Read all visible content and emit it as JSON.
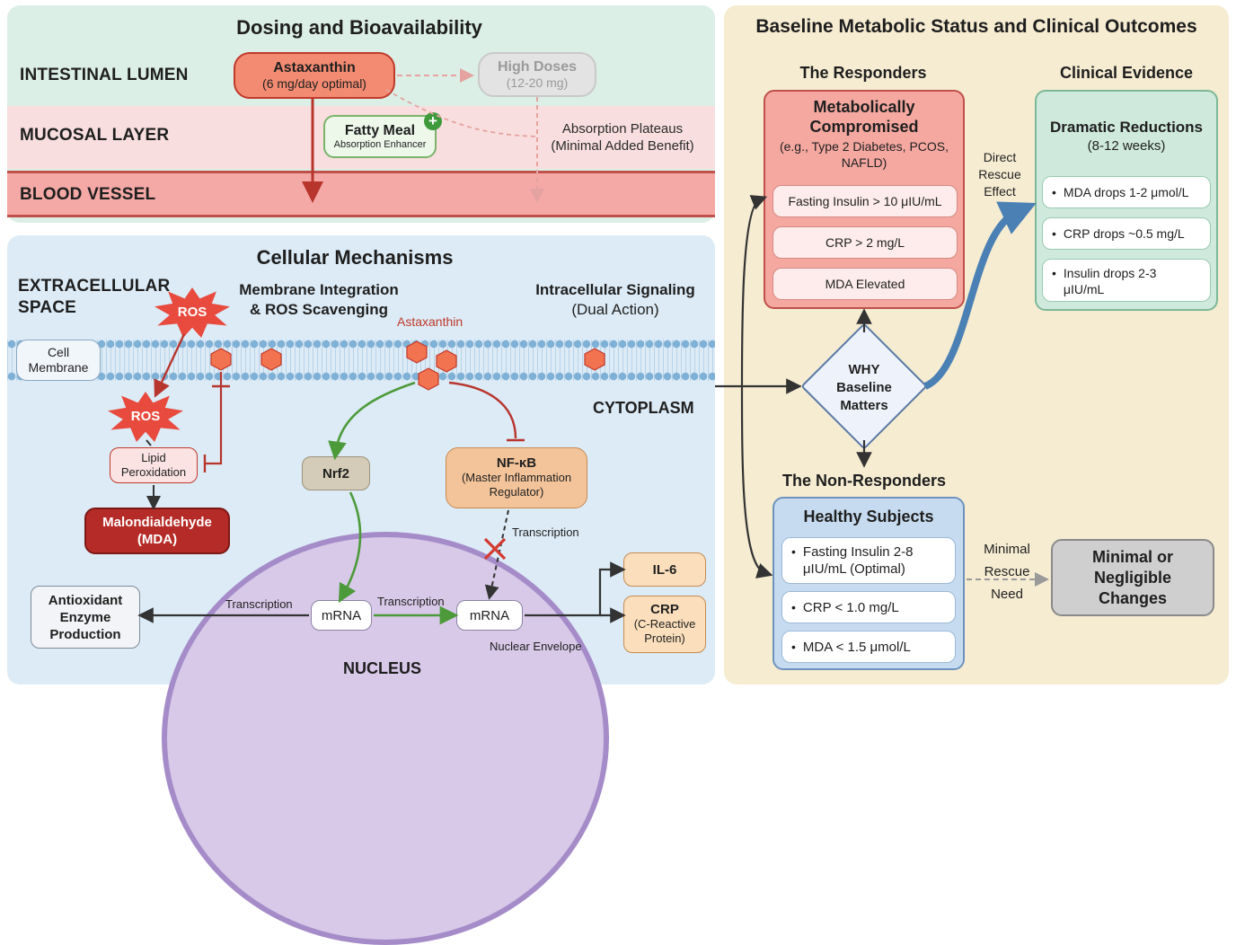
{
  "dosing": {
    "title": "Dosing and Bioavailability",
    "lumen_label": "INTESTINAL LUMEN",
    "mucosal_label": "MUCOSAL LAYER",
    "blood_label": "BLOOD VESSEL",
    "astaxanthin_name": "Astaxanthin",
    "astaxanthin_dose": "(6 mg/day optimal)",
    "high_doses_name": "High Doses",
    "high_doses_dose": "(12-20 mg)",
    "fatty_meal_title": "Fatty Meal",
    "fatty_meal_sub": "Absorption Enhancer",
    "plus_symbol": "+",
    "plateau_line1": "Absorption Plateaus",
    "plateau_line2": "(Minimal Added Benefit)"
  },
  "cellular": {
    "title": "Cellular Mechanisms",
    "extracellular_line1": "EXTRACELLULAR",
    "extracellular_line2": "SPACE",
    "membrane_heading_line1": "Membrane Integration",
    "membrane_heading_line2": "& ROS Scavenging",
    "signaling_heading_line1": "Intracellular Signaling",
    "signaling_heading_line2": "(Dual Action)",
    "astaxanthin_label": "Astaxanthin",
    "cell_membrane_line1": "Cell",
    "cell_membrane_line2": "Membrane",
    "ros_top": "ROS",
    "ros_bottom": "ROS",
    "lipid_line1": "Lipid",
    "lipid_line2": "Peroxidation",
    "mda_line1": "Malondialdehyde",
    "mda_line2": "(MDA)",
    "cytoplasm": "CYTOPLASM",
    "nrf2": "Nrf2",
    "nfkb_title": "NF-κB",
    "nfkb_line1": "(Master Inflammation",
    "nfkb_line2": "Regulator)",
    "transcription_nfkb": "Transcription",
    "antioxidant_line1": "Antioxidant",
    "antioxidant_line2": "Enzyme",
    "antioxidant_line3": "Production",
    "transcription_left": "Transcription",
    "transcription_mid": "Transcription",
    "mrna_left": "mRNA",
    "mrna_right": "mRNA",
    "il6": "IL-6",
    "crp_title": "CRP",
    "crp_line1": "(C-Reactive",
    "crp_line2": "Protein)",
    "nuclear_envelope": "Nuclear Envelope",
    "nucleus": "NUCLEUS"
  },
  "baseline": {
    "title": "Baseline Metabolic Status and Clinical Outcomes",
    "responders_heading": "The Responders",
    "clinical_heading": "Clinical Evidence",
    "compromised_line1": "Metabolically",
    "compromised_line2": "Compromised",
    "compromised_ex1": "(e.g., Type 2 Diabetes, PCOS,",
    "compromised_ex2": "NAFLD)",
    "responder_items": [
      "Fasting Insulin > 10 μIU/mL",
      "CRP > 2 mg/L",
      "MDA Elevated"
    ],
    "direct_line1": "Direct",
    "direct_line2": "Rescue",
    "direct_line3": "Effect",
    "dramatic_title": "Dramatic Reductions",
    "dramatic_sub": "(8-12 weeks)",
    "evidence_items": [
      "MDA drops 1-2 μmol/L",
      "CRP drops ~0.5 mg/L",
      "Insulin drops 2-3"
    ],
    "evidence_item3_line2": "μIU/mL",
    "why_line1": "WHY",
    "why_line2": "Baseline",
    "why_line3": "Matters",
    "nonresponders_heading": "The Non-Responders",
    "healthy_title": "Healthy Subjects",
    "healthy_item1_line1": "Fasting Insulin 2-8",
    "healthy_item1_line2": "μIU/mL (Optimal)",
    "healthy_item2": "CRP < 1.0 mg/L",
    "healthy_item3": "MDA < 1.5 μmol/L",
    "minimal_rescue_line1": "Minimal",
    "minimal_rescue_line2": "Rescue",
    "minimal_rescue_line3": "Need",
    "minimal_line1": "Minimal or",
    "minimal_line2": "Negligible",
    "minimal_line3": "Changes",
    "bullet": "•"
  },
  "colors": {
    "dosing_bg": "#dcefe6",
    "cellular_bg": "#dcebf6",
    "baseline_bg": "#f6ecd2",
    "red_accent": "#c0392b",
    "green_accent": "#4c9a3a",
    "blue_arrow": "#4a80b4"
  }
}
